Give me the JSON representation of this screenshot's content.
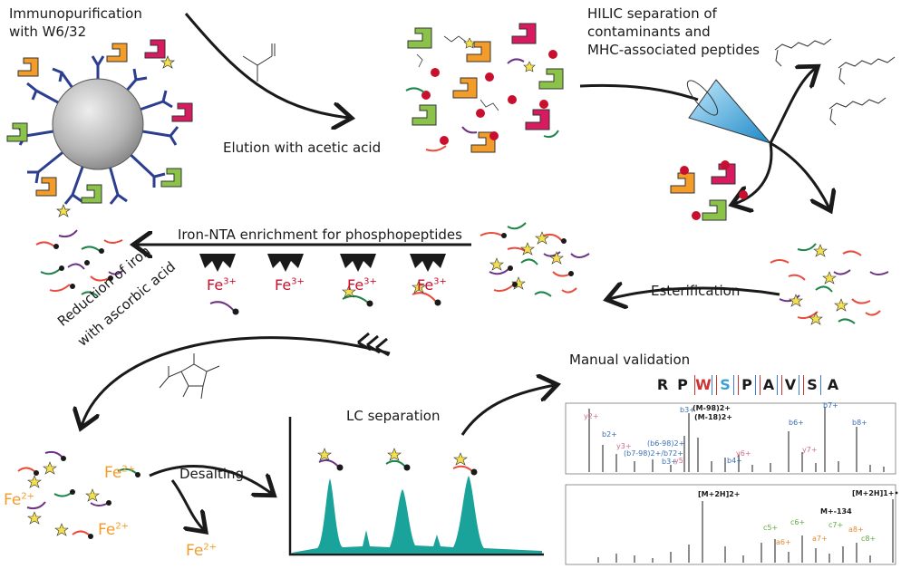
{
  "labels": {
    "immuno": [
      "Immunopurification",
      "with W6/32"
    ],
    "elution": "Elution with acetic acid",
    "hilic": [
      "HILIC separation of",
      "contaminants and",
      "MHC-associated peptides"
    ],
    "iron_nta": "Iron-NTA enrichment for phosphopeptides",
    "esterification": "Esterification",
    "reduction": [
      "Reduction of iron",
      "with ascorbic acid"
    ],
    "manual_validation": "Manual validation",
    "lc_separation": "LC separation",
    "desalting": "Desalting"
  },
  "iron": {
    "fe3_base": "Fe",
    "fe3_charge": "3+",
    "fe2_base": "Fe",
    "fe2_charge": "2+"
  },
  "sequence": [
    "R",
    "P",
    "W",
    "S",
    "P",
    "A",
    "V",
    "S",
    "A"
  ],
  "spectrum_top": {
    "peaks": [
      "y2+",
      "b2+",
      "y3+",
      "(b6-98)2+",
      "(b7-98)2+/b72+",
      "b3+",
      "y5",
      "b3+",
      "(M-98)2+",
      "(M-18)2+",
      "b4+",
      "y6+",
      "b6+",
      "y7+",
      "b7+",
      "b8+"
    ]
  },
  "spectrum_bottom": {
    "peaks": [
      "[M+2H]2+",
      "[M+2H]1+•",
      "M+-134",
      "c5+",
      "c6+",
      "a6+",
      "a7+",
      "c7+",
      "a8+",
      "c8+"
    ]
  },
  "colors": {
    "peptide_red": "#e74c3c",
    "peptide_green": "#1e8449",
    "peptide_purple": "#6c3483",
    "hla_orange": "#f39c2a",
    "hla_magenta": "#d81b60",
    "hla_green": "#8bc34a",
    "antibody_blue": "#2c3e8f",
    "lc_teal": "#1aa39a",
    "phospho_star": "#f4e04d"
  }
}
